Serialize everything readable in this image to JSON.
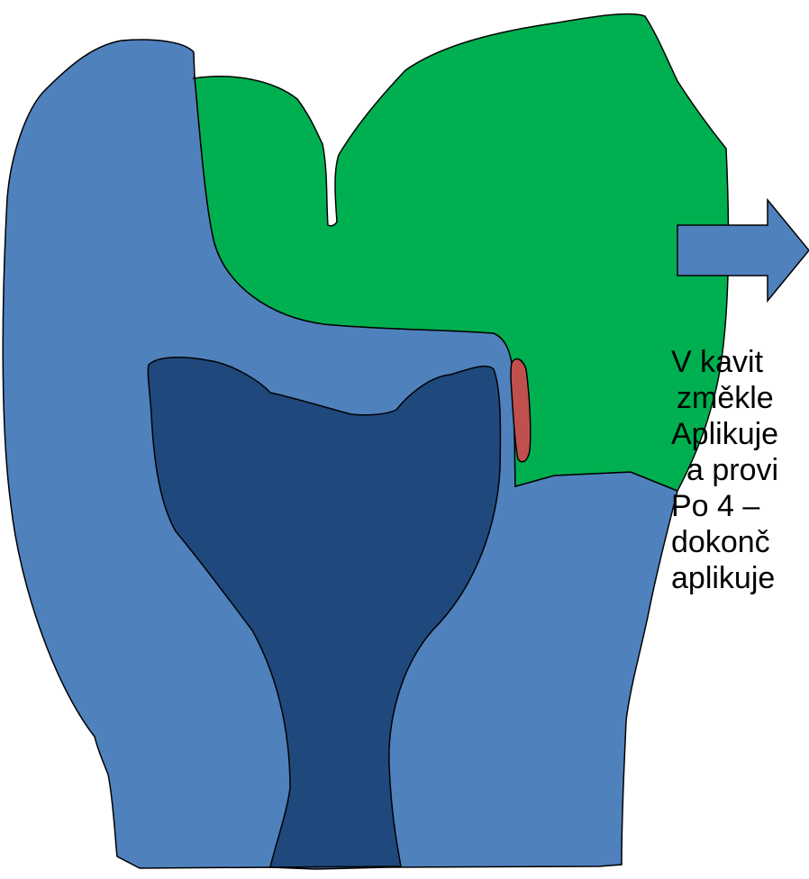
{
  "caption": {
    "lines": [
      "V kavit",
      "změkle",
      "Aplikuje",
      "a provi",
      "Po 4 –",
      "dokonč",
      "aplikuje"
    ]
  },
  "colors": {
    "enamel": "#4f81bd",
    "pulp": "#1f497d",
    "filling": "#00b050",
    "liner": "#c0504d",
    "arrow": "#4f81bd",
    "outline": "#000000"
  }
}
